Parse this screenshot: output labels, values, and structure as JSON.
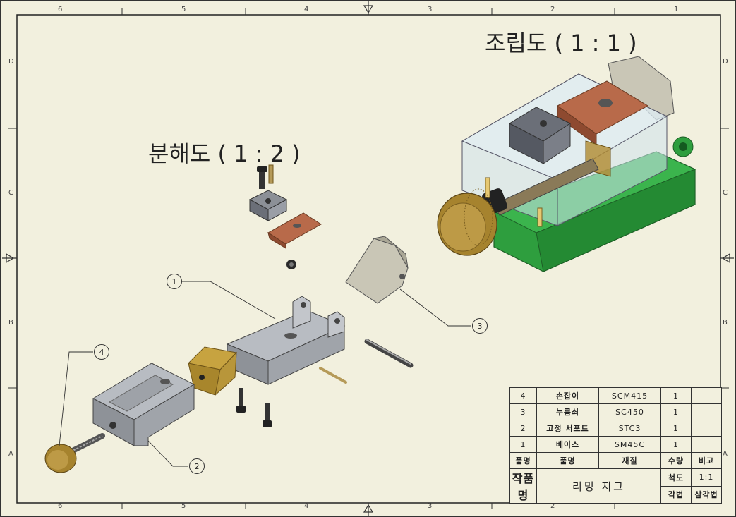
{
  "drawing": {
    "titles": {
      "assembly": "조립도 ( 1 : 1 )",
      "exploded": "분해도 ( 1 : 2 )"
    },
    "zones": {
      "columns": [
        "6",
        "5",
        "4",
        "3",
        "2",
        "1"
      ],
      "rows": [
        "D",
        "C",
        "B",
        "A"
      ]
    },
    "balloons": [
      "1",
      "2",
      "3",
      "4"
    ]
  },
  "bom": {
    "rows": [
      {
        "no": "4",
        "name": "손잡이",
        "material": "SCM415",
        "qty": "1",
        "note": ""
      },
      {
        "no": "3",
        "name": "누름쇠",
        "material": "SC450",
        "qty": "1",
        "note": ""
      },
      {
        "no": "2",
        "name": "고정 서포트",
        "material": "STC3",
        "qty": "1",
        "note": ""
      },
      {
        "no": "1",
        "name": "베이스",
        "material": "SM45C",
        "qty": "1",
        "note": ""
      }
    ],
    "header": {
      "no": "품명",
      "name": "품명",
      "material": "재질",
      "qty": "수량",
      "note": "비고"
    },
    "title_block": {
      "part_label": "작품명",
      "part_name": "리밍 지그",
      "scale_label": "척도",
      "scale_value": "1:1",
      "projection_label": "각법",
      "projection_value": "삼각법"
    }
  },
  "colors": {
    "paper": "#f2f0de",
    "green": "#2e9e3e",
    "brass": "#b08a30",
    "wood": "#b86a4a",
    "steel": "#a8a8a8"
  }
}
